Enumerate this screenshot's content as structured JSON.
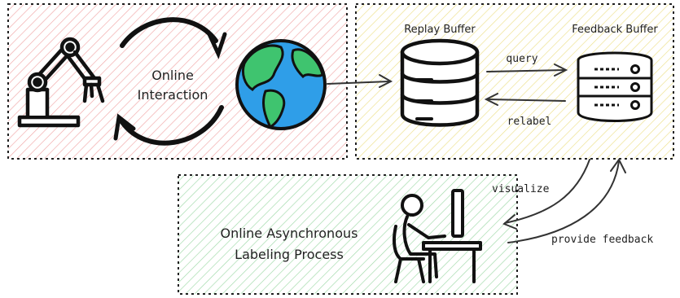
{
  "diagram": {
    "online_interaction_label": [
      "Online",
      "Interaction"
    ],
    "replay_buffer_label": "Replay Buffer",
    "feedback_buffer_label": "Feedback Buffer",
    "query_label": "query",
    "relabel_label": "relabel",
    "visualize_label": "visualize",
    "provide_feedback_label": "provide feedback",
    "labeling_process_label": [
      "Online Asynchronous",
      "Labeling Process"
    ],
    "colors": {
      "interaction_box": "#f4c2c2",
      "buffer_box": "#f2eaa0",
      "labeling_box": "#b6e3bd",
      "globe_ocean": "#2f9ee8",
      "globe_land": "#3fc46f"
    },
    "icons": [
      "robot-arm-icon",
      "globe-icon",
      "database-icon",
      "server-icon",
      "person-at-computer-icon"
    ]
  }
}
